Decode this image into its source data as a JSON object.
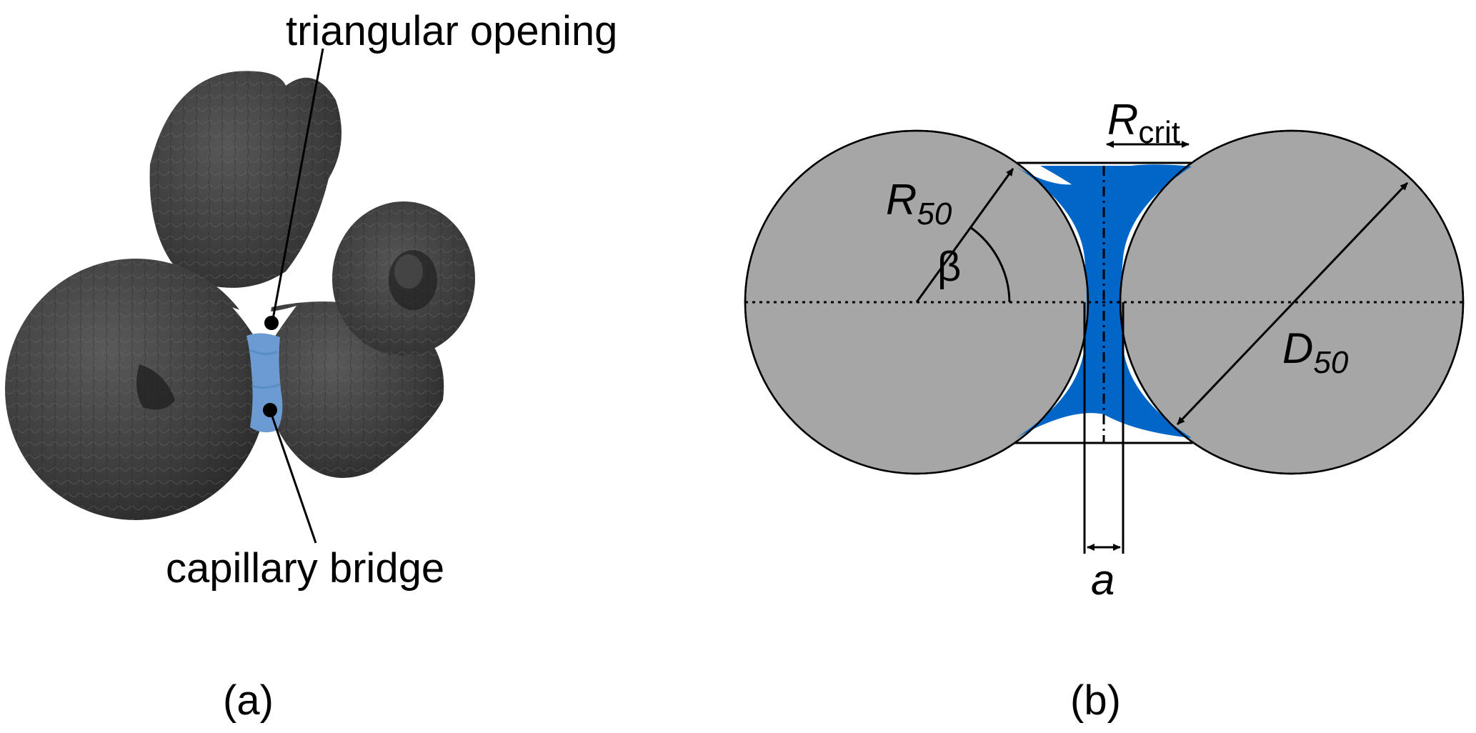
{
  "panel_a": {
    "label_top": "triangular opening",
    "label_bottom": "capillary bridge",
    "caption": "(a)"
  },
  "panel_b": {
    "r_crit_main": "R",
    "r_crit_sub": "crit",
    "r50_main": "R",
    "r50_sub": "50",
    "beta": "β",
    "d50_main": "D",
    "d50_sub": "50",
    "a_label": "a",
    "caption": "(b)"
  },
  "colors": {
    "particle_dark": "#3d3d3d",
    "bridge_blue": "#6b9bd2",
    "sphere_grey": "#a6a6a6",
    "liquid_blue": "#0066c7"
  }
}
